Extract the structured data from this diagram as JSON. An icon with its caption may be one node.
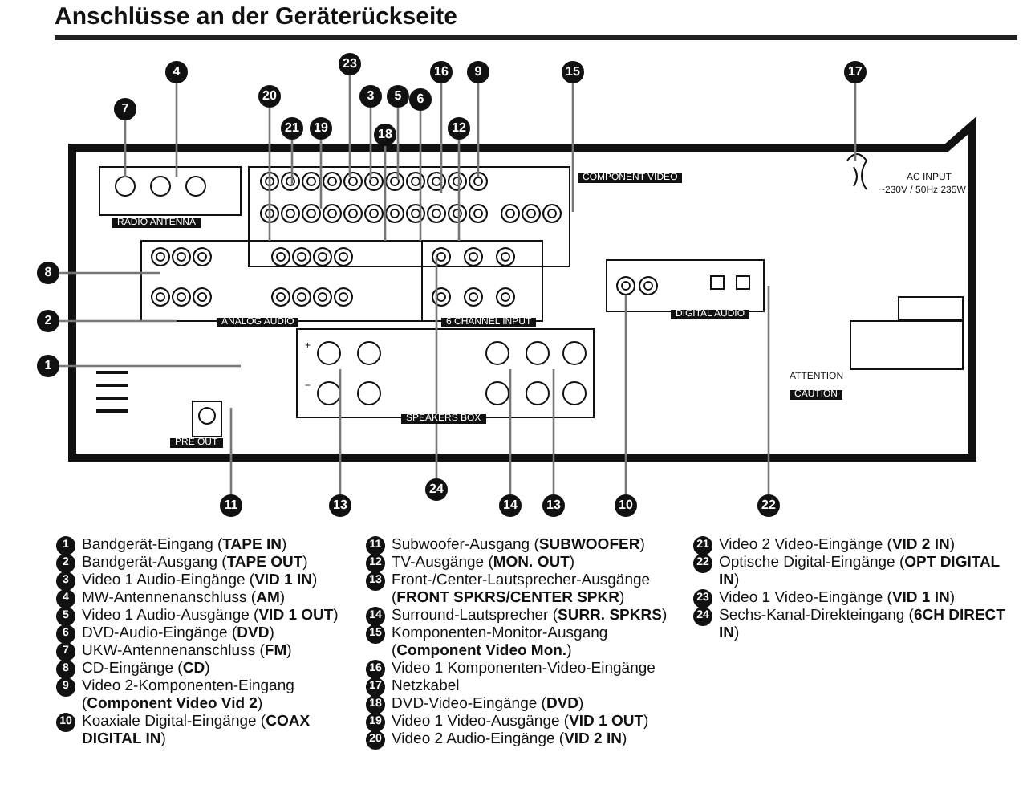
{
  "diagram": {
    "title": "Anschlüsse an der Geräterückseite",
    "nodes": [
      {
        "text": [
          "1"
        ]
      },
      {
        "text": [
          "2"
        ]
      },
      {
        "text": [
          "3"
        ]
      },
      {
        "text": [
          "4"
        ]
      },
      {
        "text": [
          "5"
        ]
      },
      {
        "text": [
          "6"
        ]
      },
      {
        "text": [
          "7"
        ]
      },
      {
        "text": [
          "8"
        ]
      },
      {
        "text": [
          "9"
        ]
      },
      {
        "text": [
          "10"
        ]
      },
      {
        "text": [
          "11"
        ]
      },
      {
        "text": [
          "12"
        ]
      },
      {
        "text": [
          "13"
        ]
      },
      {
        "text": [
          "13"
        ]
      },
      {
        "text": [
          "14"
        ]
      },
      {
        "text": [
          "15"
        ]
      },
      {
        "text": [
          "16"
        ]
      },
      {
        "text": [
          "17"
        ]
      },
      {
        "text": [
          "18"
        ]
      },
      {
        "text": [
          "19"
        ]
      },
      {
        "text": [
          "20"
        ]
      },
      {
        "text": [
          "21"
        ]
      },
      {
        "text": [
          "22"
        ]
      },
      {
        "text": [
          "23"
        ]
      },
      {
        "text": [
          "24"
        ]
      }
    ],
    "edges": [
      {
        "from": 0,
        "to": null,
        "arrow": "none"
      },
      {
        "from": 1,
        "to": null,
        "arrow": "none"
      },
      {
        "from": 2,
        "to": null,
        "arrow": "none"
      },
      {
        "from": 3,
        "to": null,
        "arrow": "none"
      },
      {
        "from": 4,
        "to": null,
        "arrow": "none"
      },
      {
        "from": 5,
        "to": null,
        "arrow": "none"
      },
      {
        "from": 6,
        "to": null,
        "arrow": "none"
      },
      {
        "from": 7,
        "to": null,
        "arrow": "none"
      },
      {
        "from": 8,
        "to": null,
        "arrow": "none"
      },
      {
        "from": 9,
        "to": null,
        "arrow": "none"
      },
      {
        "from": 10,
        "to": null,
        "arrow": "none"
      },
      {
        "from": 11,
        "to": null,
        "arrow": "none"
      },
      {
        "from": 12,
        "to": null,
        "arrow": "none"
      },
      {
        "from": 13,
        "to": null,
        "arrow": "none"
      },
      {
        "from": 14,
        "to": null,
        "arrow": "none"
      },
      {
        "from": 15,
        "to": null,
        "arrow": "none"
      },
      {
        "from": 16,
        "to": null,
        "arrow": "none"
      },
      {
        "from": 17,
        "to": null,
        "arrow": "none"
      },
      {
        "from": 18,
        "to": null,
        "arrow": "none"
      },
      {
        "from": 19,
        "to": null,
        "arrow": "none"
      },
      {
        "from": 20,
        "to": null,
        "arrow": "none"
      },
      {
        "from": 21,
        "to": null,
        "arrow": "none"
      },
      {
        "from": 22,
        "to": null,
        "arrow": "none"
      },
      {
        "from": 23,
        "to": null,
        "arrow": "none"
      },
      {
        "from": 24,
        "to": null,
        "arrow": "none"
      }
    ],
    "labels": [
      "RADIO ANTENNA",
      "COMPONENT VIDEO",
      "AC INPUT",
      "~230V / 50Hz 235W",
      "ANALOG AUDIO",
      "6 CHANNEL INPUT",
      "DIGITAL AUDIO",
      "+",
      "−",
      "PRE OUT",
      "SPEAKERS BOX",
      "ATTENTION",
      "CAUTION",
      "1",
      "Bandgerät-Eingang (**TAPE IN**)",
      "2",
      "Bandgerät-Ausgang (**TAPE OUT**)",
      "3",
      "Video 1 Audio-Eingänge (**VID 1 IN**)",
      "4",
      "MW-Antennenanschluss (**AM**)",
      "5",
      "Video 1 Audio-Ausgänge (**VID 1 OUT**)",
      "6",
      "DVD-Audio-Eingänge (**DVD**)",
      "7",
      "UKW-Antennenanschluss (**FM**)",
      "8",
      "CD-Eingänge (**CD**)",
      "9",
      "Video 2-Komponenten-Eingang (**Component Video Vid 2**)",
      "10",
      "Koaxiale Digital-Eingänge (**COAX DIGITAL IN**)",
      "11",
      "Subwoofer-Ausgang (**SUBWOOFER**)",
      "12",
      "TV-Ausgänge (**MON. OUT**)",
      "13",
      "Front-/Center-Lautsprecher-Ausgänge (**FRONT SPKRS/CENTER SPKR**)",
      "14",
      "Surround-Lautsprecher (**SURR. SPKRS**)",
      "15",
      "Komponenten-Monitor-Ausgang (**Component Video Mon.**)",
      "16",
      "Video 1 Komponenten-Video-Eingänge",
      "17",
      "Netzkabel",
      "18",
      "DVD-Video-Eingänge (**DVD**)",
      "19",
      "Video 1 Video-Ausgänge (**VID 1 OUT**)",
      "20",
      "Video 2 Audio-Eingänge (**VID 2 IN**)",
      "21",
      "Video 2 Video-Eingänge (**VID 2 IN**)",
      "22",
      "Optische Digital-Eingänge (**OPT DIGITAL IN**)",
      "23",
      "Video 1 Video-Eingänge (**VID 1 IN**)",
      "24",
      "Sechs-Kanal-Direkteingang (**6CH DIRECT IN**)"
    ]
  }
}
